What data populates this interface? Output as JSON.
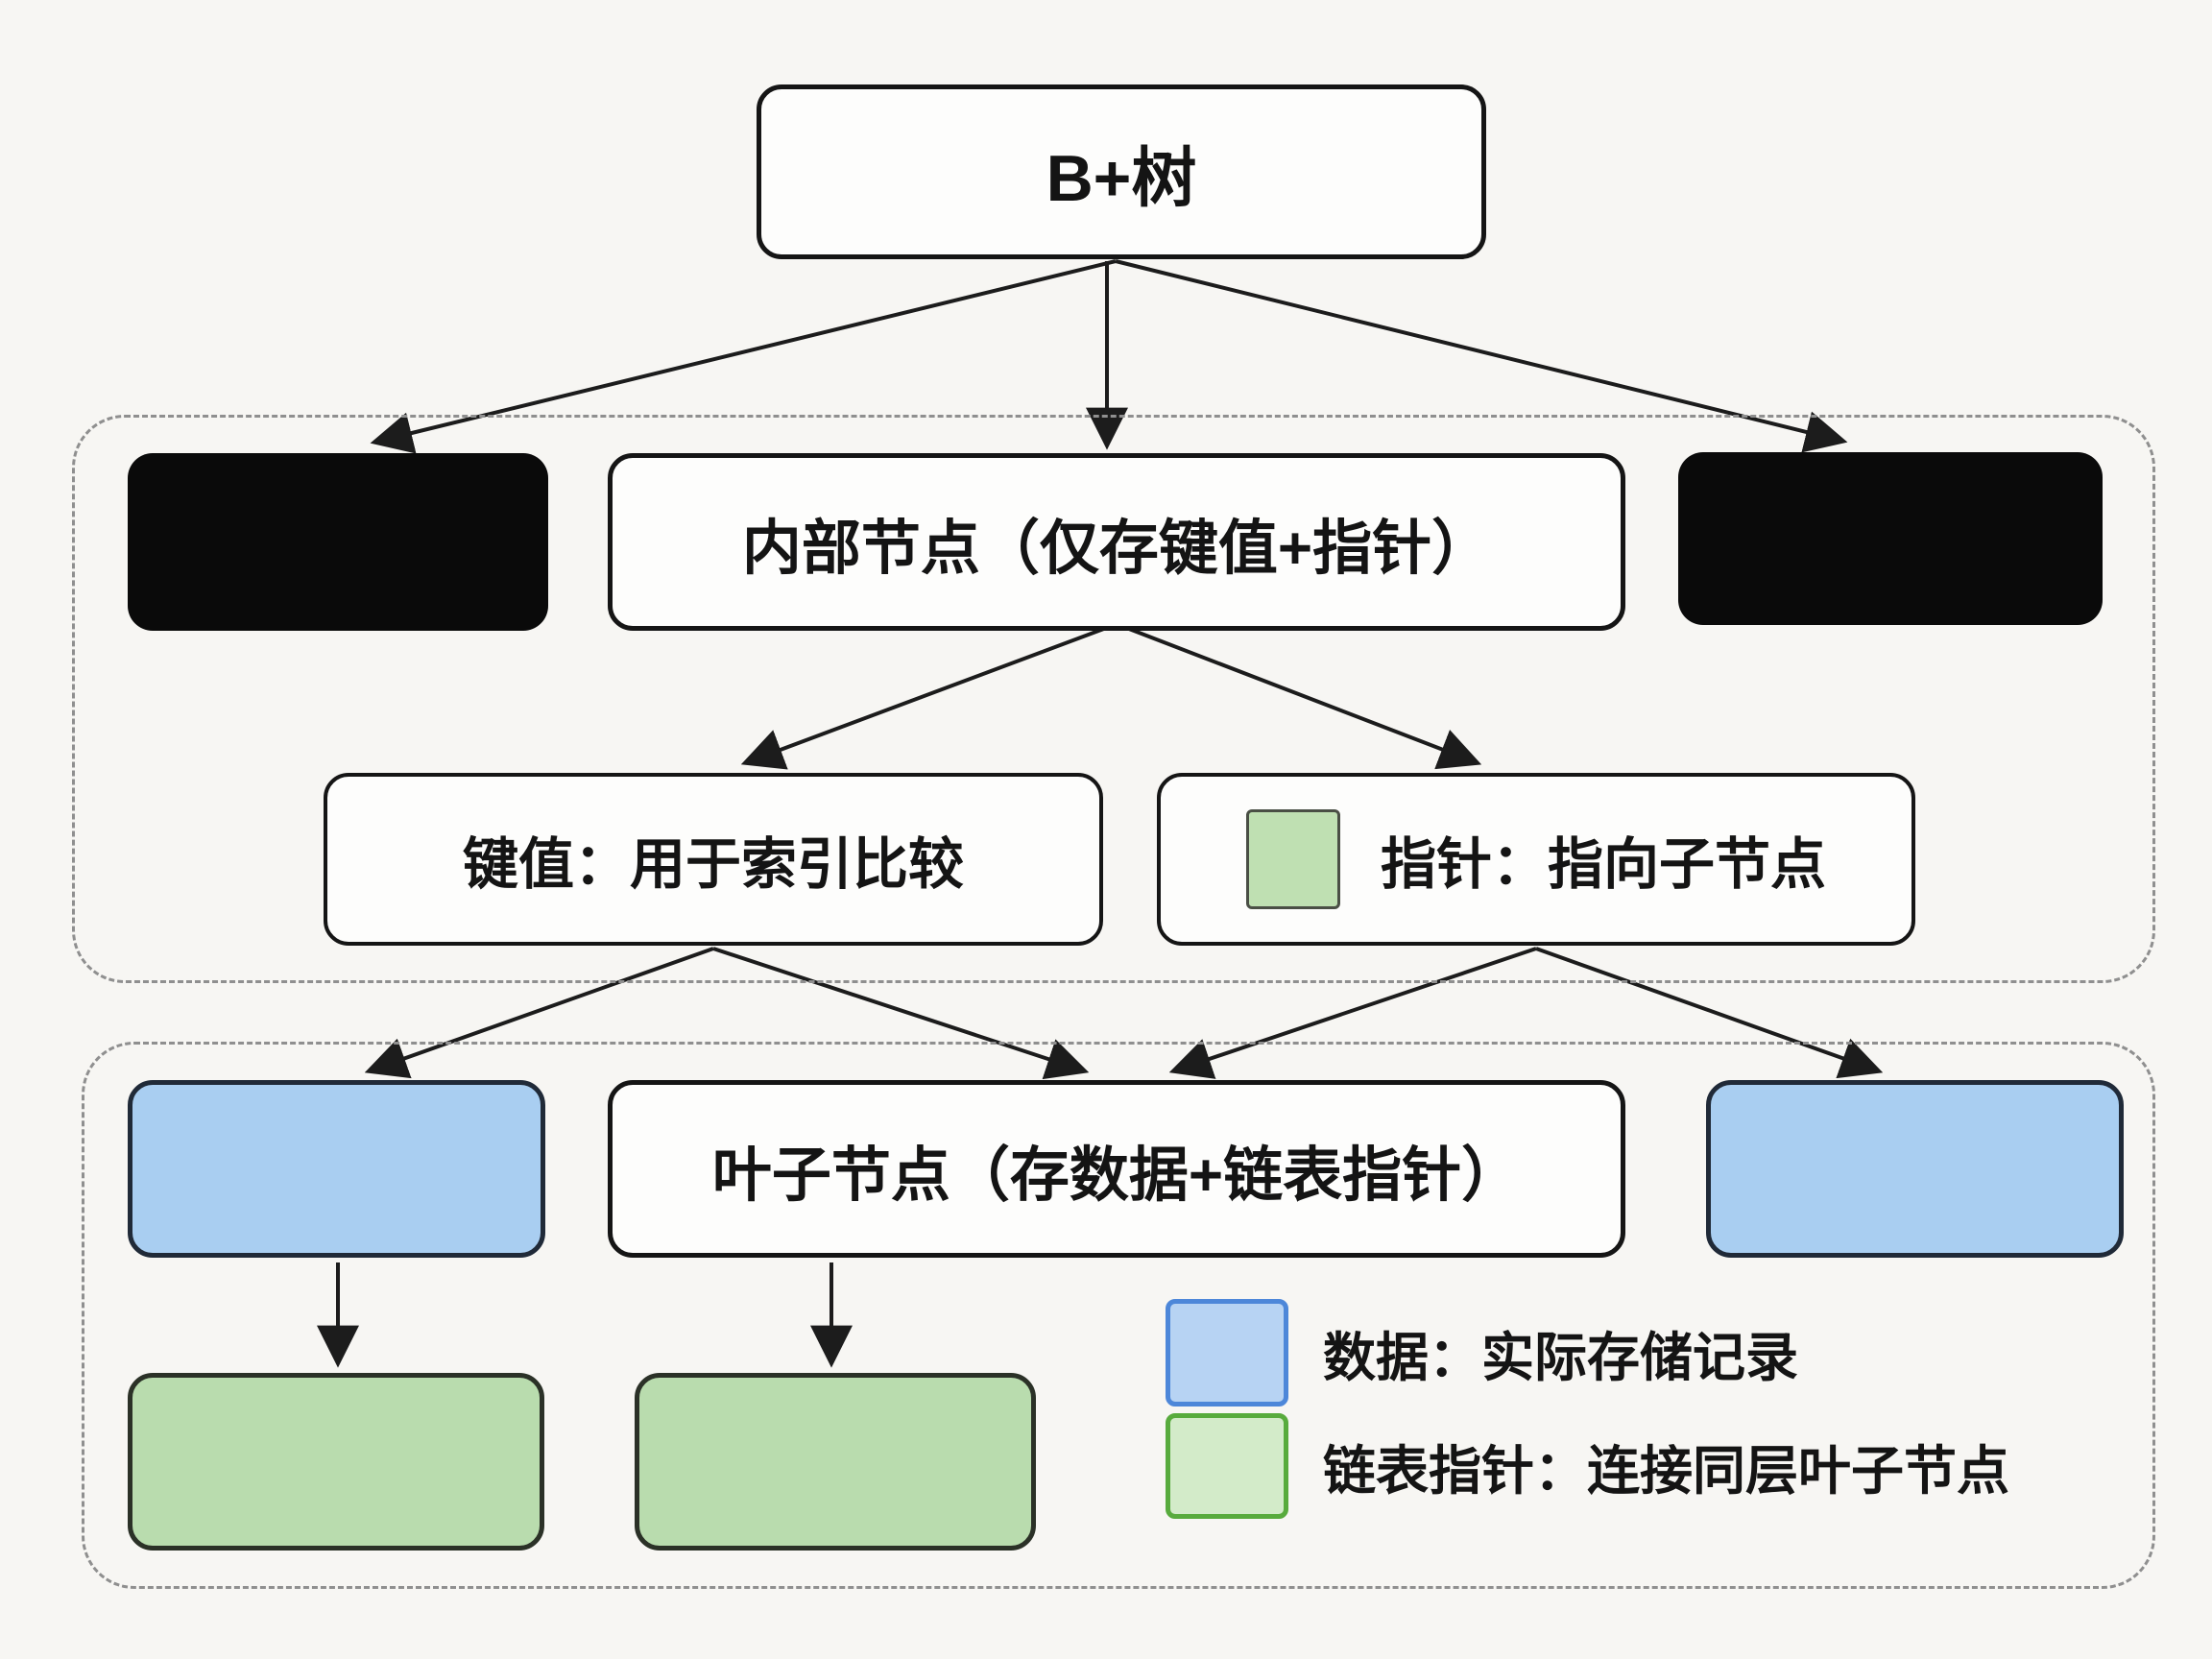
{
  "tree": {
    "root_label": "B+树",
    "internal": {
      "label": "内部节点（仅存键值+指针）",
      "key_label": "键值：用于索引比较",
      "pointer_label": "指针：指向子节点"
    },
    "leaf": {
      "label": "叶子节点（存数据+链表指针）"
    },
    "legend": {
      "data": {
        "label": "数据：实际存储记录",
        "swatch_fill": "#b7d3f3",
        "swatch_border": "#4d87d9"
      },
      "linked_list": {
        "label": "链表指针：连接同层叶子节点",
        "swatch_fill": "#d3ebc9",
        "swatch_border": "#58ab3d"
      }
    },
    "colors": {
      "background": "#f7f6f3",
      "node_border": "#151515",
      "dashed_group_border": "#8f8f8f",
      "redacted_fill": "#0a0a0a",
      "leaf_data_fill": "#a9cef1",
      "leaf_pointer_fill": "#b9dcae",
      "pointer_swatch_fill": "#bfe0b2",
      "connector_line": "#1c1c1c"
    }
  }
}
